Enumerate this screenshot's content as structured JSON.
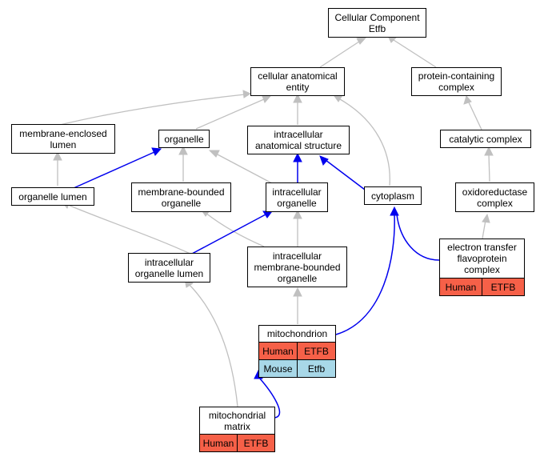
{
  "nodes": {
    "root": "Cellular Component\nEtfb",
    "cae": "cellular anatomical\nentity",
    "pcc": "protein-containing\ncomplex",
    "mel": "membrane-enclosed\nlumen",
    "org": "organelle",
    "ias": "intracellular\nanatomical structure",
    "cat": "catalytic complex",
    "ol": "organelle lumen",
    "mbo": "membrane-bounded\norganelle",
    "io": "intracellular\norganelle",
    "cyto": "cytoplasm",
    "oxr": "oxidoreductase\ncomplex",
    "iol": "intracellular\norganelle lumen",
    "imbo": "intracellular\nmembrane-bounded\norganelle",
    "etf": "electron transfer\nflavoprotein\ncomplex",
    "mito": "mitochondrion",
    "matrix": "mitochondrial\nmatrix"
  },
  "species": {
    "human": "Human",
    "mouse": "Mouse",
    "human_gene": "ETFB",
    "mouse_gene": "Etfb"
  },
  "colors": {
    "gray_edge": "#c0c0c0",
    "blue_edge": "#0000ee",
    "human": "#f66048",
    "mouse": "#a8d8e8"
  }
}
